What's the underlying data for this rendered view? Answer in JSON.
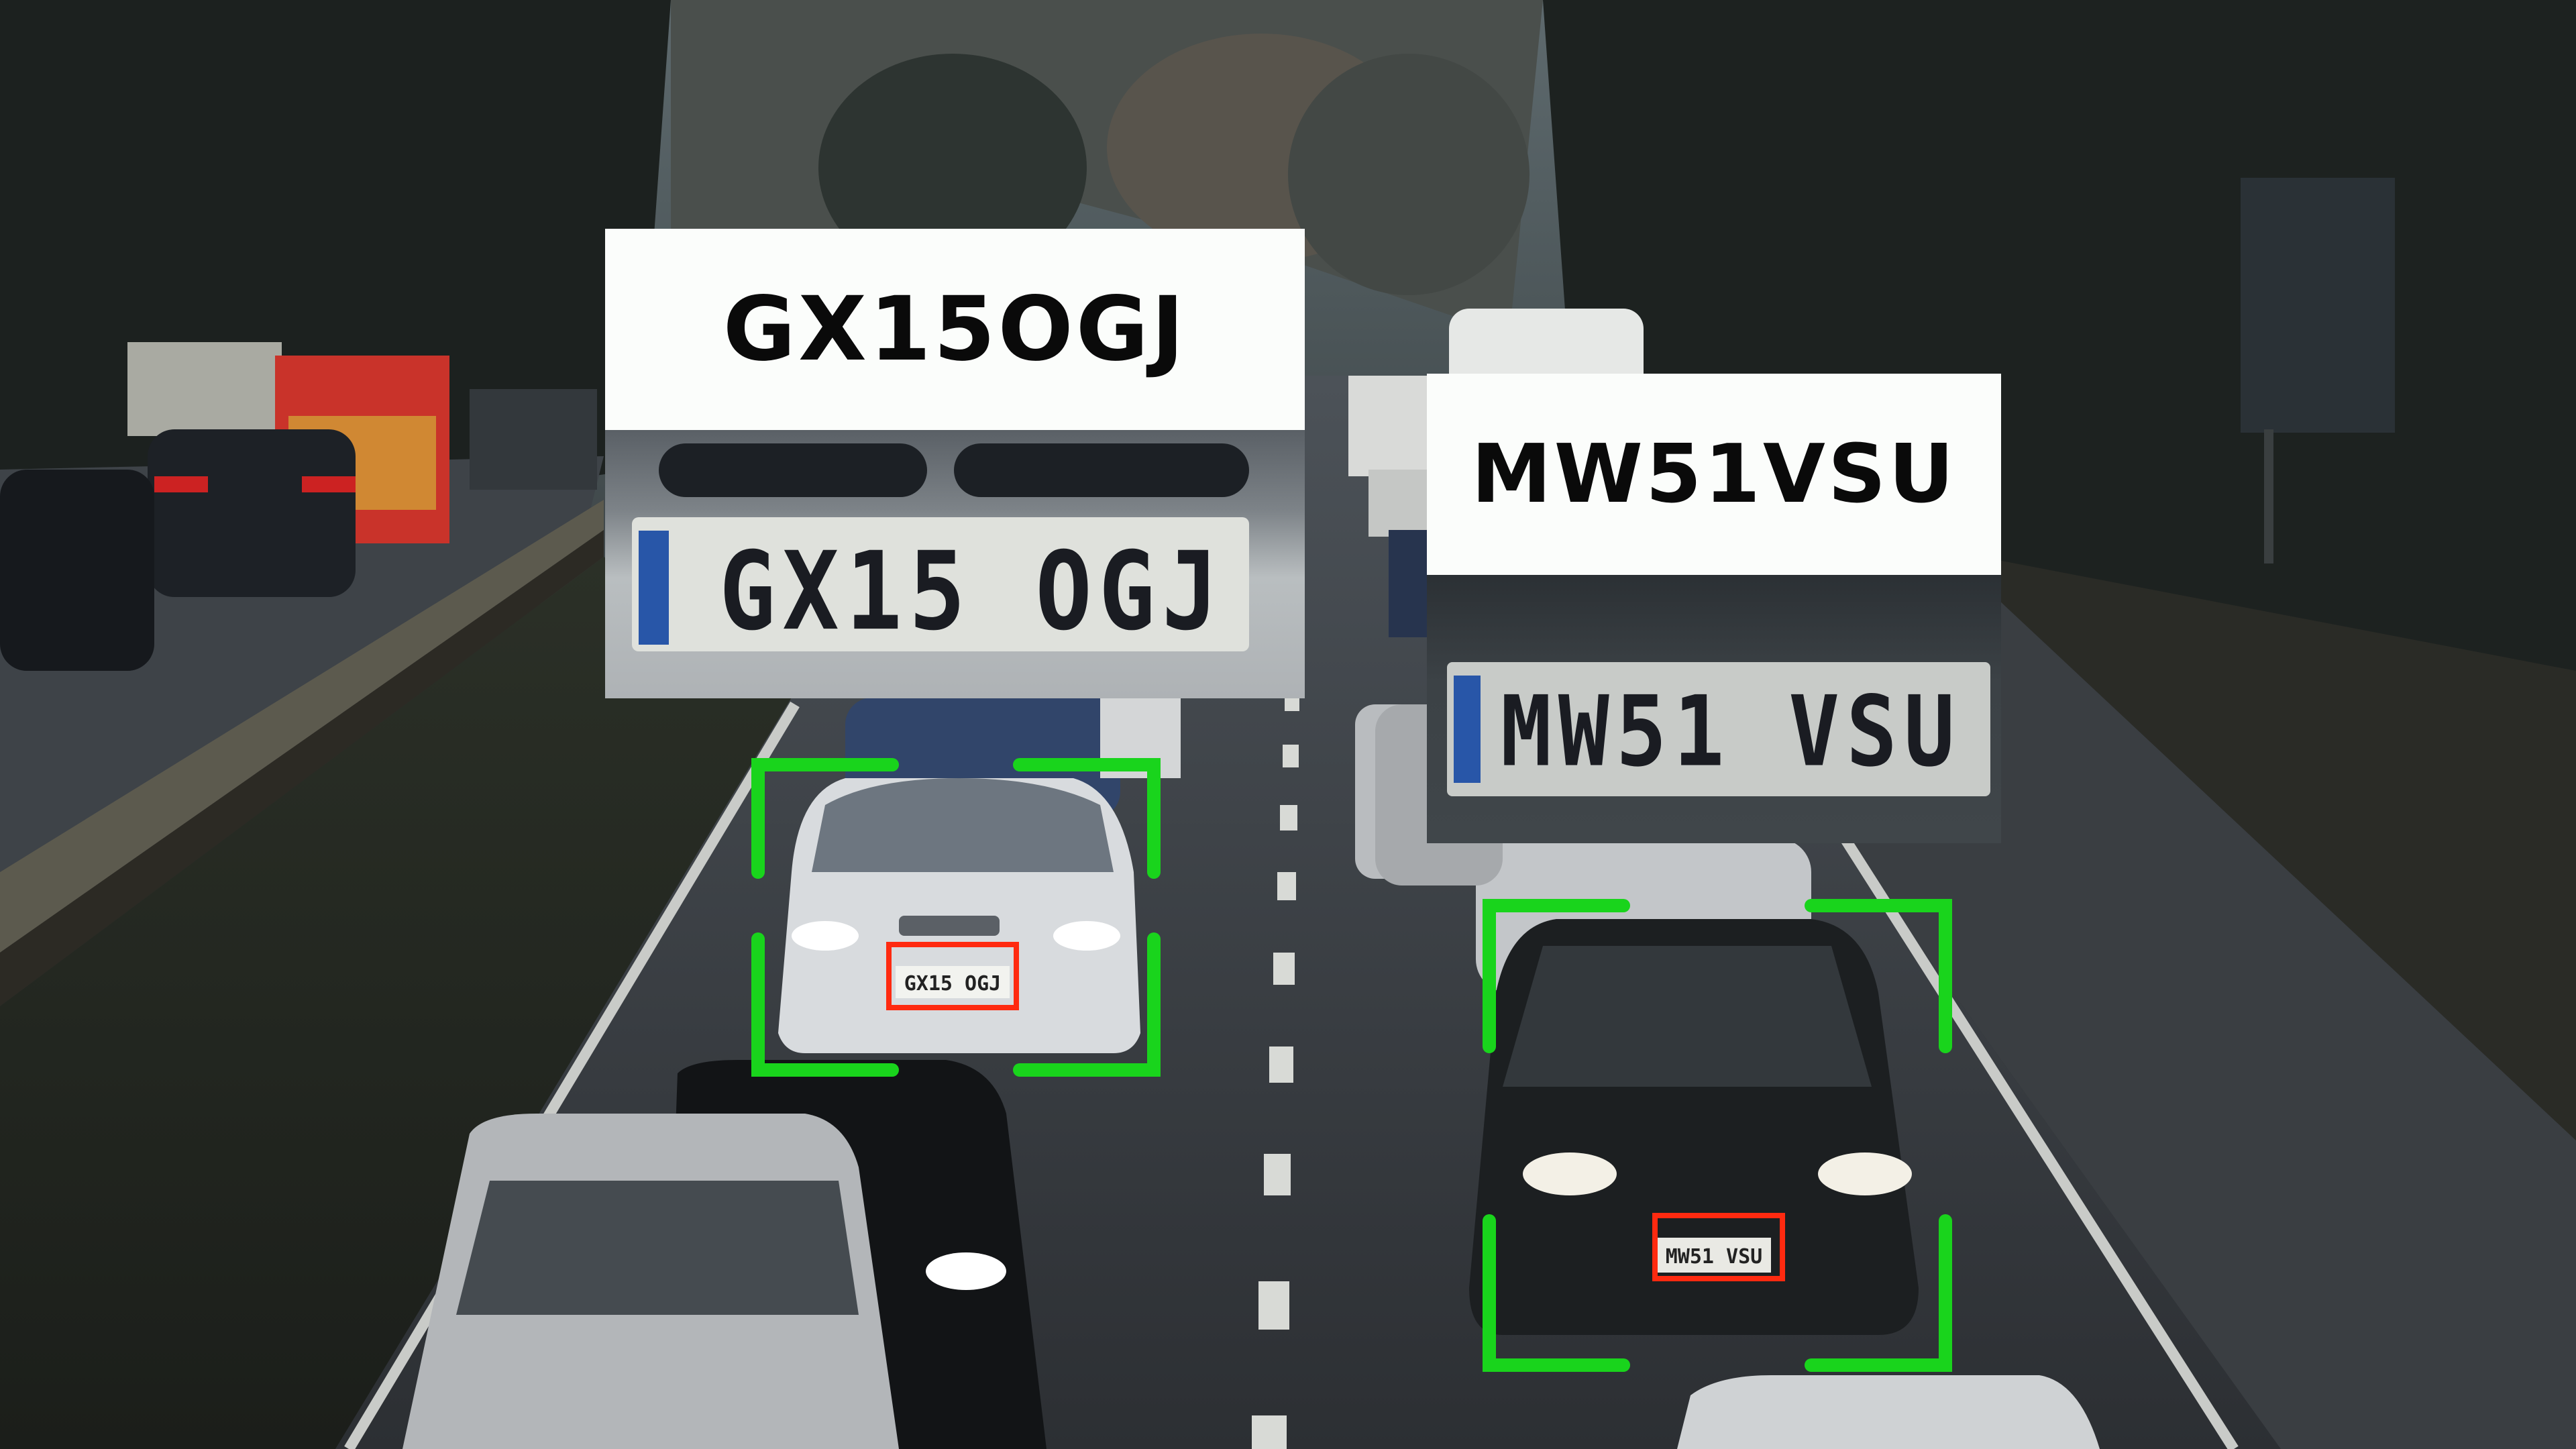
{
  "detections": [
    {
      "id": "car-1",
      "plate_text": "GX15OGJ",
      "plate_image_text": "GX15 OGJ",
      "plate_on_car": "GX15 OGJ"
    },
    {
      "id": "car-2",
      "plate_text": "MW51VSU",
      "plate_image_text": "MW51 VSU",
      "plate_on_car": "MW51 VSU"
    }
  ],
  "colors": {
    "vehicle_box": "#19d41c",
    "plate_box": "#ff2a10",
    "label_bg": "#fbfdfb",
    "label_text": "#0a0a0a"
  },
  "icons": {
    "vehicle_marker": "corner-bracket-box",
    "plate_marker": "rectangle-outline"
  }
}
